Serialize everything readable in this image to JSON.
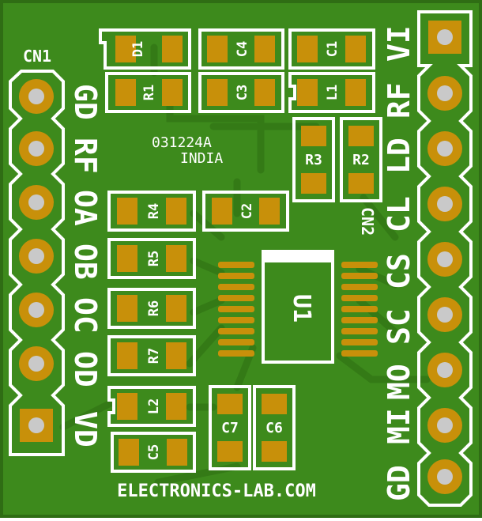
{
  "colors": {
    "board": "#3d8a1c",
    "board_edge": "#2f6d14",
    "trace": "#347a16",
    "silk": "#ffffff",
    "pad": "#c8900a",
    "hole": "#c9c9c9"
  },
  "board_text": {
    "code": "031224A",
    "origin": "INDIA",
    "website": "ELECTRONICS-LAB.COM",
    "cn1": "CN1",
    "cn2": "CN2"
  },
  "left_header_labels": [
    "GD",
    "RF",
    "OA",
    "OB",
    "OC",
    "OD",
    "VD"
  ],
  "right_header_labels": [
    "VI",
    "RF",
    "LD",
    "CL",
    "CS",
    "SC",
    "MO",
    "MI",
    "GD"
  ],
  "components": {
    "D1": "D1",
    "C4": "C4",
    "C1": "C1",
    "R1": "R1",
    "C3": "C3",
    "L1": "L1",
    "R3": "R3",
    "R2": "R2",
    "R4": "R4",
    "C2": "C2",
    "R5": "R5",
    "R6": "R6",
    "R7": "R7",
    "L2": "L2",
    "C5": "C5",
    "C7": "C7",
    "C6": "C6",
    "U1": "U1"
  }
}
